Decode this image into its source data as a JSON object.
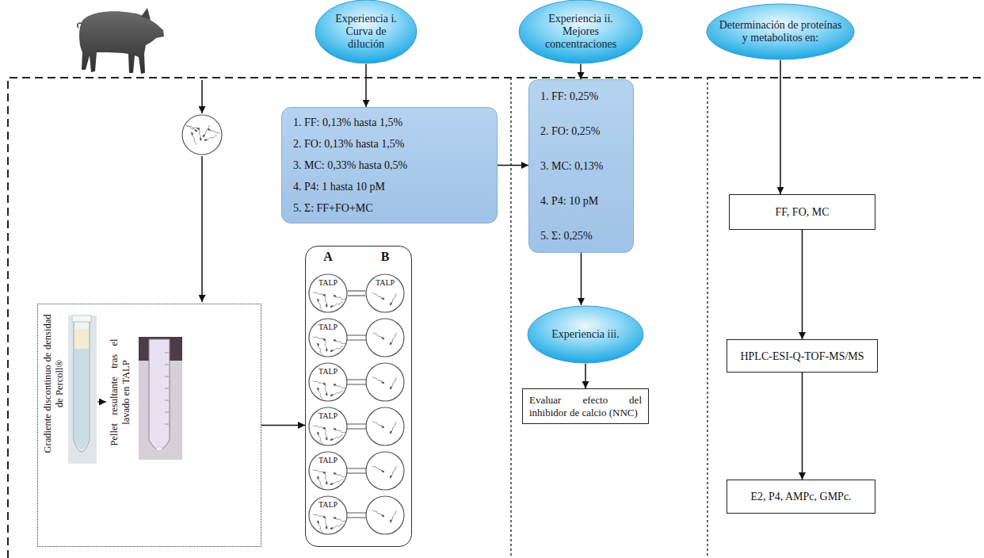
{
  "diagram": {
    "nodes": [
      {
        "text": [
          "Experiencia i. Curva de dilución"
        ]
      },
      {
        "text": [
          "Experiencia ii. Mejores concentraciones"
        ]
      },
      {
        "text": [
          "Determinación de proteínas y metabolitos en:"
        ]
      },
      {
        "text": [
          "1. FF: 0,13% hasta 1,5%",
          "2. FO: 0,13% hasta 1,5%",
          "3. MC: 0,33% hasta 0,5%",
          "4. P4: 1 hasta 10 pM",
          "5. Σ: FF+FO+MC"
        ]
      },
      {
        "text": [
          "1. FF: 0,25%",
          "2. FO: 0,25%",
          "3. MC: 0,13%",
          "4. P4: 10 pM",
          "5. Σ: 0,25%"
        ]
      },
      {
        "text": [
          "Gradiente discontinuo de densidad de Percoll®",
          "Pellet resultante tras el lavado en TALP"
        ]
      },
      {
        "text": [
          "A",
          "B"
        ]
      },
      {
        "text": [
          "TALP"
        ],
        "in": 6
      },
      {
        "text": [
          "TALP"
        ],
        "in": 6
      },
      {
        "text": [
          "TALP"
        ],
        "in": 6
      },
      {
        "text": [
          "TALP"
        ],
        "in": 6
      },
      {
        "text": [
          "TALP"
        ],
        "in": 6
      },
      {
        "text": [
          "TALP"
        ],
        "in": 6
      },
      {
        "text": [
          "TALP"
        ],
        "in": 6
      },
      {
        "text": [
          "Experiencia iii."
        ]
      },
      {
        "text": [
          "Evaluar efecto del inhibidor de calcio (NNC)"
        ]
      },
      {
        "text": [
          "FF, FO, MC"
        ]
      },
      {
        "text": [
          "HPLC-ESI-Q-TOF-MS/MS"
        ]
      },
      {
        "text": [
          "E2, P4, AMPc, GMPc."
        ]
      }
    ],
    "edges": [
      {
        "from": 0,
        "to": 3,
        "arrow": "to"
      },
      {
        "from": 1,
        "to": 4,
        "arrow": "to"
      },
      {
        "from": 3,
        "to": 4,
        "arrow": "to"
      },
      {
        "from": 4,
        "to": 14,
        "arrow": "to"
      },
      {
        "from": 14,
        "to": 15,
        "arrow": "to"
      },
      {
        "from": 5,
        "to": 6,
        "arrow": "to"
      },
      {
        "from": 7,
        "to": 8,
        "arrow": "none"
      },
      {
        "from": 2,
        "to": 16,
        "arrow": "to"
      },
      {
        "from": 16,
        "to": 17,
        "arrow": "to"
      },
      {
        "from": 17,
        "to": 18,
        "arrow": "to"
      }
    ]
  }
}
